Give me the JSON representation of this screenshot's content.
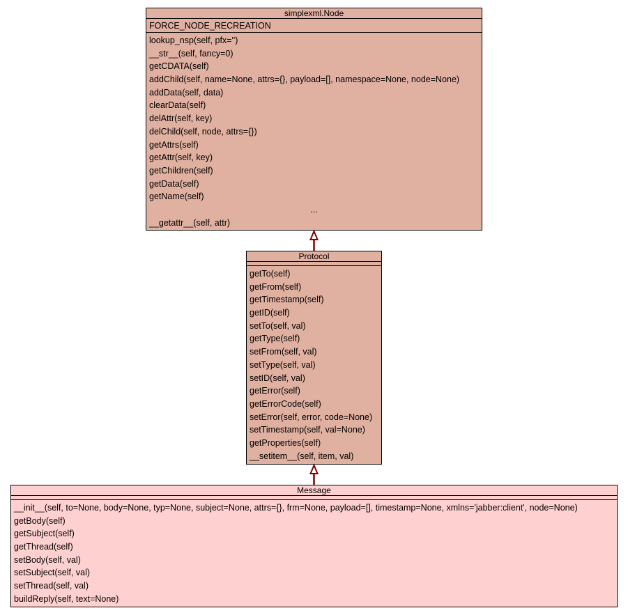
{
  "classes": {
    "node": {
      "name": "simplexml.Node",
      "color": "#e0b0a0",
      "attributes": [
        "FORCE_NODE_RECREATION"
      ],
      "methods": [
        "lookup_nsp(self, pfx='')",
        "__str__(self, fancy=0)",
        "getCDATA(self)",
        "addChild(self, name=None, attrs={}, payload=[], namespace=None, node=None)",
        "addData(self, data)",
        "clearData(self)",
        "delAttr(self, key)",
        "delChild(self, node, attrs={})",
        "getAttrs(self)",
        "getAttr(self, key)",
        "getChildren(self)",
        "getData(self)",
        "getName(self)",
        "...",
        "__getattr__(self, attr)"
      ]
    },
    "protocol": {
      "name": "Protocol",
      "color": "#e0b0a0",
      "attributes": [],
      "methods": [
        "getTo(self)",
        "getFrom(self)",
        "getTimestamp(self)",
        "getID(self)",
        "setTo(self, val)",
        "getType(self)",
        "setFrom(self, val)",
        "setType(self, val)",
        "setID(self, val)",
        "getError(self)",
        "getErrorCode(self)",
        "setError(self, error, code=None)",
        "setTimestamp(self, val=None)",
        "getProperties(self)",
        "__setitem__(self, item, val)"
      ]
    },
    "message": {
      "name": "Message",
      "color": "#ffd0d0",
      "attributes": [],
      "methods": [
        "__init__(self, to=None, body=None, typ=None, subject=None, attrs={}, frm=None, payload=[], timestamp=None, xmlns='jabber:client', node=None)",
        "getBody(self)",
        "getSubject(self)",
        "getThread(self)",
        "setBody(self, val)",
        "setSubject(self, val)",
        "setThread(self, val)",
        "buildReply(self, text=None)"
      ]
    }
  },
  "inheritance": [
    {
      "from": "Protocol",
      "to": "simplexml.Node"
    },
    {
      "from": "Message",
      "to": "Protocol"
    }
  ],
  "arrow_color": "#800000"
}
